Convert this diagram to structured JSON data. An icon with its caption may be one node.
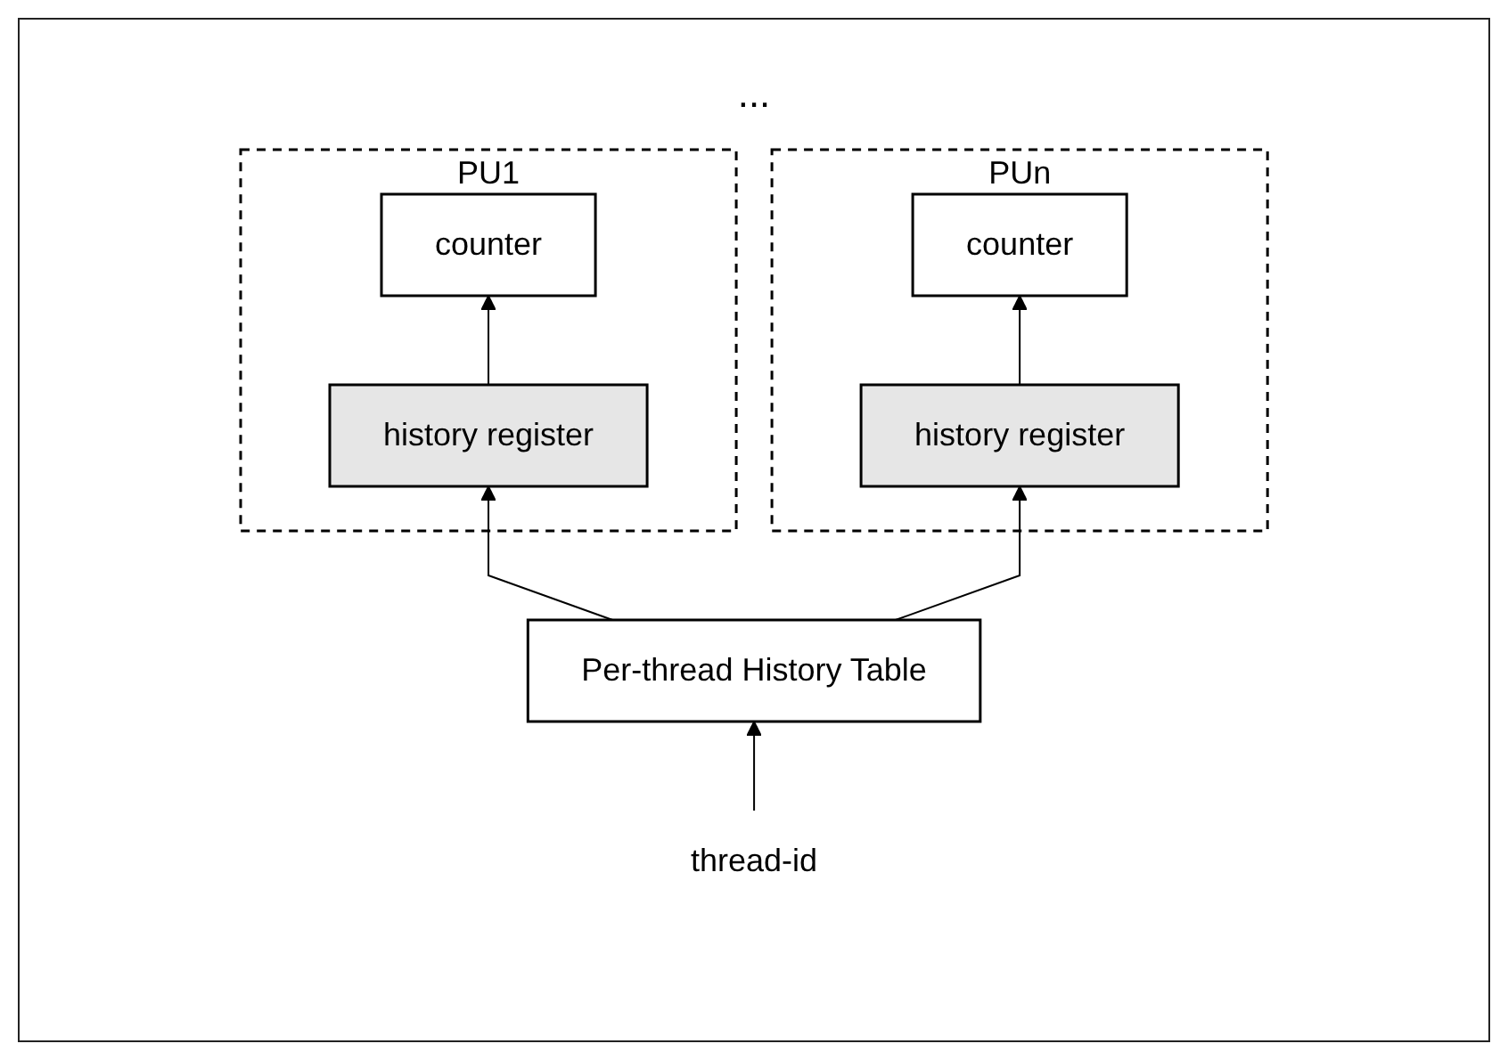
{
  "diagram": {
    "nodes": [
      {
        "text": [
          "PU1"
        ]
      },
      {
        "text": [
          "history register"
        ],
        "in": 0
      },
      {
        "text": [
          "counter"
        ],
        "in": 0
      },
      {
        "text": [
          "PUn"
        ]
      },
      {
        "text": [
          "history register"
        ],
        "in": 3
      },
      {
        "text": [
          "counter"
        ],
        "in": 3
      },
      {
        "text": [
          "thread-id"
        ]
      },
      {
        "text": [
          "Per-thread History Table"
        ]
      }
    ],
    "edges": [
      {
        "from": 1,
        "to": 2,
        "arrow": "to"
      },
      {
        "from": 4,
        "to": 5,
        "arrow": "to"
      },
      {
        "from": 6,
        "to": 7,
        "arrow": "to"
      },
      {
        "from": 7,
        "to": 1,
        "arrow": "to"
      },
      {
        "from": 7,
        "to": 4,
        "arrow": "to"
      }
    ],
    "labels": [
      "..."
    ]
  }
}
